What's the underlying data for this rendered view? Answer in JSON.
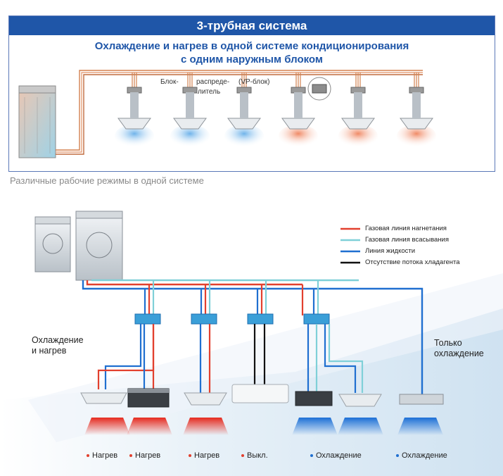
{
  "top": {
    "title": "3-трубная система",
    "subtitle_line1": "Охлаждение и нагрев в одной системе кондиционирования",
    "subtitle_line2": "с одним наружным блоком",
    "label_block": "Блок-",
    "label_distrib": "распреде-",
    "label_vp": "(VP-блок)",
    "label_itel": "литель"
  },
  "caption": "Различные рабочие режимы в одной системе",
  "legend": [
    {
      "label": "Газовая линия нагнетания",
      "color": "#e2402e"
    },
    {
      "label": "Газовая линия всасывания",
      "color": "#7fd0d8"
    },
    {
      "label": "Линия жидкости",
      "color": "#1f6fd0"
    },
    {
      "label": "Отсутствие потока хладагента",
      "color": "#111111"
    }
  ],
  "labels": {
    "left_line1": "Охлаждение",
    "left_line2": "и нагрев",
    "right_line1": "Только",
    "right_line2": "охлаждение"
  },
  "modes": [
    {
      "label": "Нагрев",
      "color": "#e2402e"
    },
    {
      "label": "Нагрев",
      "color": "#e2402e"
    },
    {
      "label": "Нагрев",
      "color": "#e2402e"
    },
    {
      "label": "Выкл.",
      "color": "#e2402e"
    },
    {
      "label": "Охлаждение",
      "color": "#1f6fd0"
    },
    {
      "label": "Охлаждение",
      "color": "#1f6fd0"
    }
  ]
}
